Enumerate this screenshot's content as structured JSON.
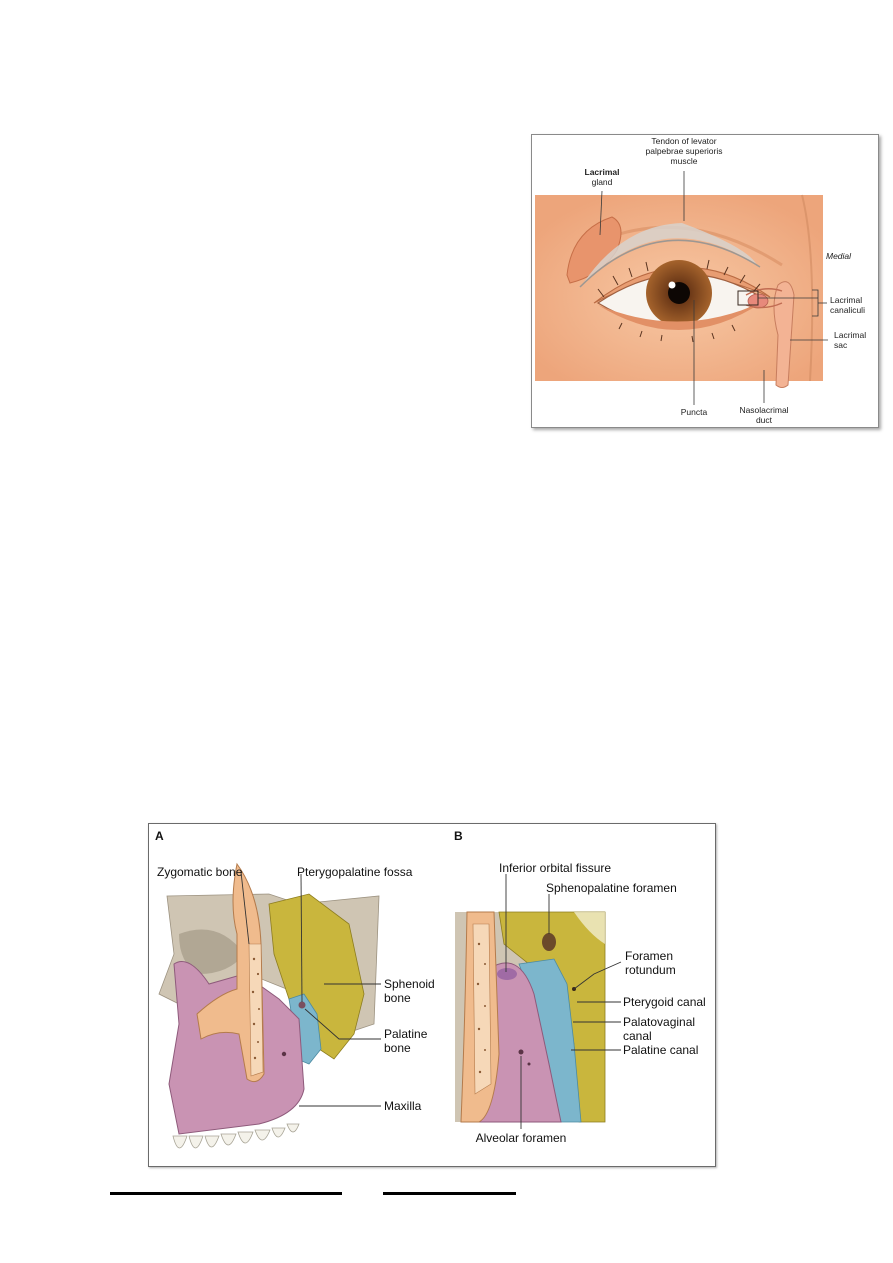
{
  "eye_figure": {
    "labels": {
      "tendon_line1": "Tendon of levator",
      "tendon_line2": "palpebrae superioris",
      "tendon_line3": "muscle",
      "gland_line1": "Lacrimal",
      "gland_line2": "gland",
      "medial": "Medial",
      "canaliculi_line1": "Lacrimal",
      "canaliculi_line2": "canaliculi",
      "sac_line1": "Lacrimal",
      "sac_line2": "sac",
      "puncta": "Puncta",
      "duct_line1": "Nasolacrimal",
      "duct_line2": "duct"
    },
    "colors": {
      "skin": "#f2b48c",
      "iris": "#8a4a22",
      "gland": "#e89a74"
    }
  },
  "skull_figure": {
    "panel_a": {
      "letter": "A",
      "zygomatic": "Zygomatic bone",
      "fossa": "Pterygopalatine fossa",
      "sphenoid_line1": "Sphenoid",
      "sphenoid_line2": "bone",
      "palatine_line1": "Palatine",
      "palatine_line2": "bone",
      "maxilla": "Maxilla"
    },
    "panel_b": {
      "letter": "B",
      "inferior_orbital": "Inferior orbital fissure",
      "sphenopalatine": "Sphenopalatine foramen",
      "rotundum_line1": "Foramen",
      "rotundum_line2": "rotundum",
      "pterygoid": "Pterygoid canal",
      "palatovaginal_line1": "Palatovaginal",
      "palatovaginal_line2": "canal",
      "palatine_canal": "Palatine canal",
      "alveolar": "Alveolar foramen"
    },
    "colors": {
      "maxilla": "#c98fb0",
      "zygomatic": "#f0b98a",
      "sphenoid": "#c7b53a",
      "palatine": "#7ab8cf",
      "bone_grey": "#c9bfae"
    }
  }
}
